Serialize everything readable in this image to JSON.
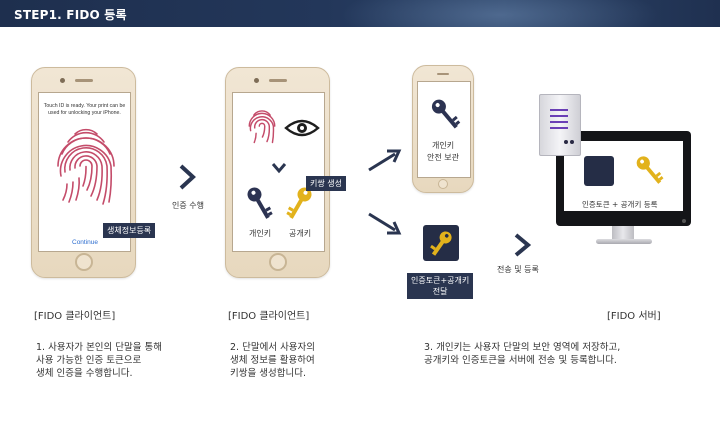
{
  "header": {
    "title": "STEP1. FIDO 등록"
  },
  "phone1": {
    "touch_id_text_1": "Touch ID is ready. Your print can be",
    "touch_id_text_2": "used for unlocking your iPhone.",
    "continue_label": "Continue",
    "tag": "생체정보등록"
  },
  "arrow1_label": "인증 수행",
  "phone2": {
    "tag": "키쌍 생성",
    "private_key_label": "개인키",
    "public_key_label": "공개키"
  },
  "phone3": {
    "line1": "개인키",
    "line2": "안전 보관"
  },
  "token_tag": {
    "line1": "인증토큰+공개키",
    "line2": "전달"
  },
  "arrow_send_label": "전송 및 등록",
  "server": {
    "screen_label": "인증토큰 + 공개키 등록"
  },
  "sections": {
    "client1": "[FIDO 클라이언트]",
    "client2": "[FIDO 클라이언트]",
    "server": "[FIDO 서버]"
  },
  "descriptions": {
    "step1": [
      "1. 사용자가 본인의 단말을 통해",
      "사용 가능한 인증 토큰으로",
      "생체 인증을 수행합니다."
    ],
    "step2": [
      "2. 단말에서 사용자의",
      "생체 정보를 활용하여",
      "키쌍을 생성합니다."
    ],
    "step3": [
      "3. 개인키는 사용자 단말의 보안 영역에 저장하고,",
      "공개키와 인증토큰을 서버에 전송 및 등록합니다."
    ]
  },
  "colors": {
    "header_bg": "#1e2f4e",
    "tag_bg": "#2a3550",
    "private_key": "#2c3352",
    "public_key": "#e2b21c",
    "fingerprint": "#c44c6a",
    "arrow": "#2a3550"
  },
  "icons": [
    "fingerprint-icon",
    "eye-icon",
    "chevron-down-icon",
    "private-key-icon",
    "public-key-icon",
    "server-icon",
    "monitor-icon",
    "chevron-right-icon",
    "arrow-icon"
  ]
}
